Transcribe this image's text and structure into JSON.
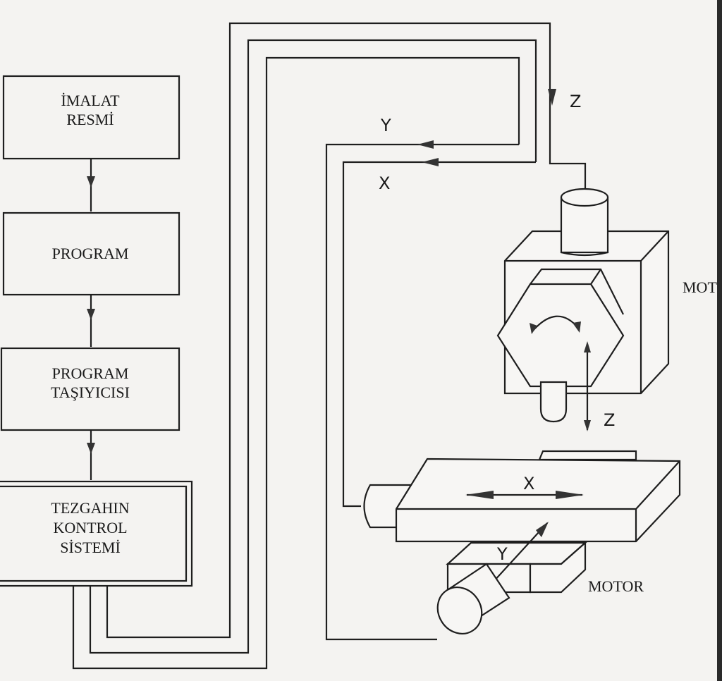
{
  "flow_boxes": [
    {
      "line1": "İMALAT",
      "line2": "RESMİ"
    },
    {
      "line1": "PROGRAM"
    },
    {
      "line1": "PROGRAM",
      "line2": "TAŞIYICISI"
    },
    {
      "line1": "TEZGAHIN",
      "line2": "KONTROL",
      "line3": "SİSTEMİ"
    }
  ],
  "wire_labels": {
    "z": "Z",
    "y": "Y",
    "x": "X"
  },
  "spindle": {
    "motor_label": "MOT",
    "axis_label": "Z"
  },
  "table": {
    "axis_x_label": "X",
    "axis_y_label": "Y",
    "motor_label": "MOTOR"
  }
}
